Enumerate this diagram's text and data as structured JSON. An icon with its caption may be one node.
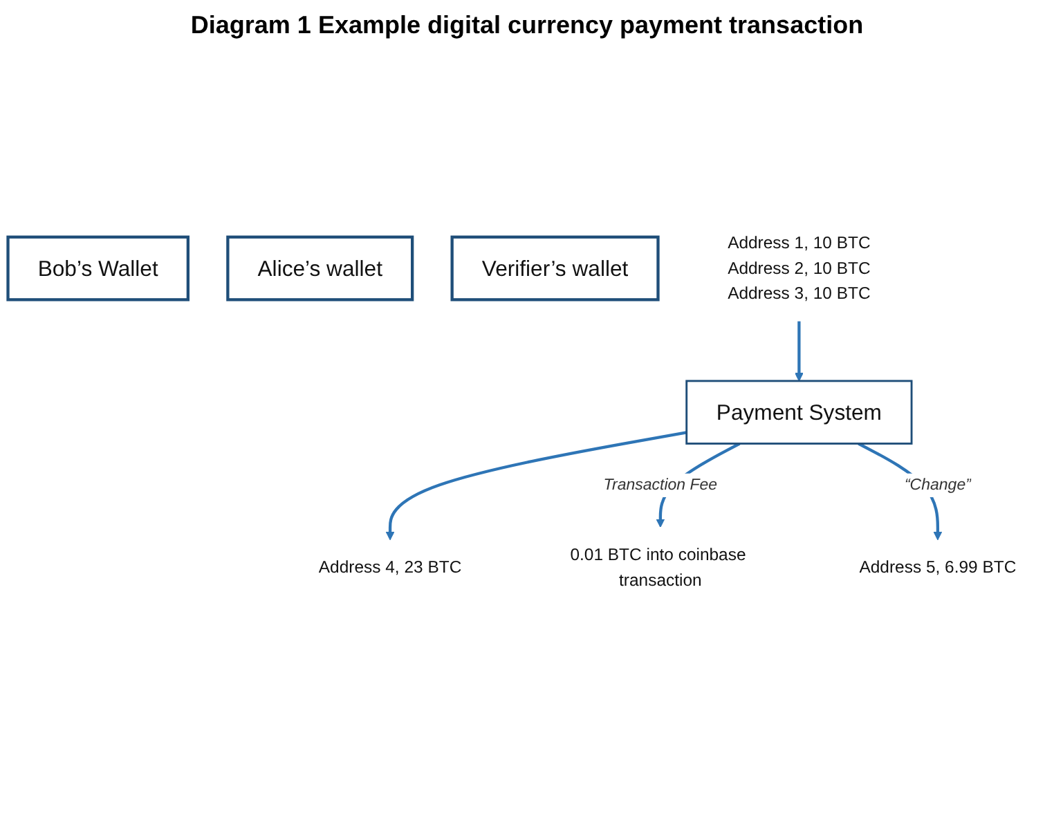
{
  "diagram": {
    "title": "Diagram 1 Example digital currency payment transaction",
    "nodes": [
      {
        "text": [
          "Bob’s Wallet"
        ]
      },
      {
        "text": [
          "Alice’s wallet"
        ]
      },
      {
        "text": [
          "Verifier’s wallet"
        ]
      },
      {
        "text": [
          "Address 1, 10 BTC",
          "Address 2, 10 BTC",
          "Address 3, 10 BTC"
        ]
      },
      {
        "text": [
          "Address 4, 23 BTC"
        ]
      },
      {
        "text": [
          "0.01 BTC into coinbase transaction"
        ]
      },
      {
        "text": [
          "Address 5, 6.99 BTC"
        ]
      },
      {
        "text": [
          "Payment System"
        ]
      }
    ],
    "edges": [
      {
        "from": 3,
        "to": 7,
        "arrow": "to"
      },
      {
        "from": 7,
        "to": 4,
        "arrow": "to"
      },
      {
        "from": 7,
        "to": 5,
        "arrow": "to",
        "label": "Transaction Fee"
      },
      {
        "from": 7,
        "to": 6,
        "arrow": "to",
        "label": "“Change”"
      }
    ]
  }
}
